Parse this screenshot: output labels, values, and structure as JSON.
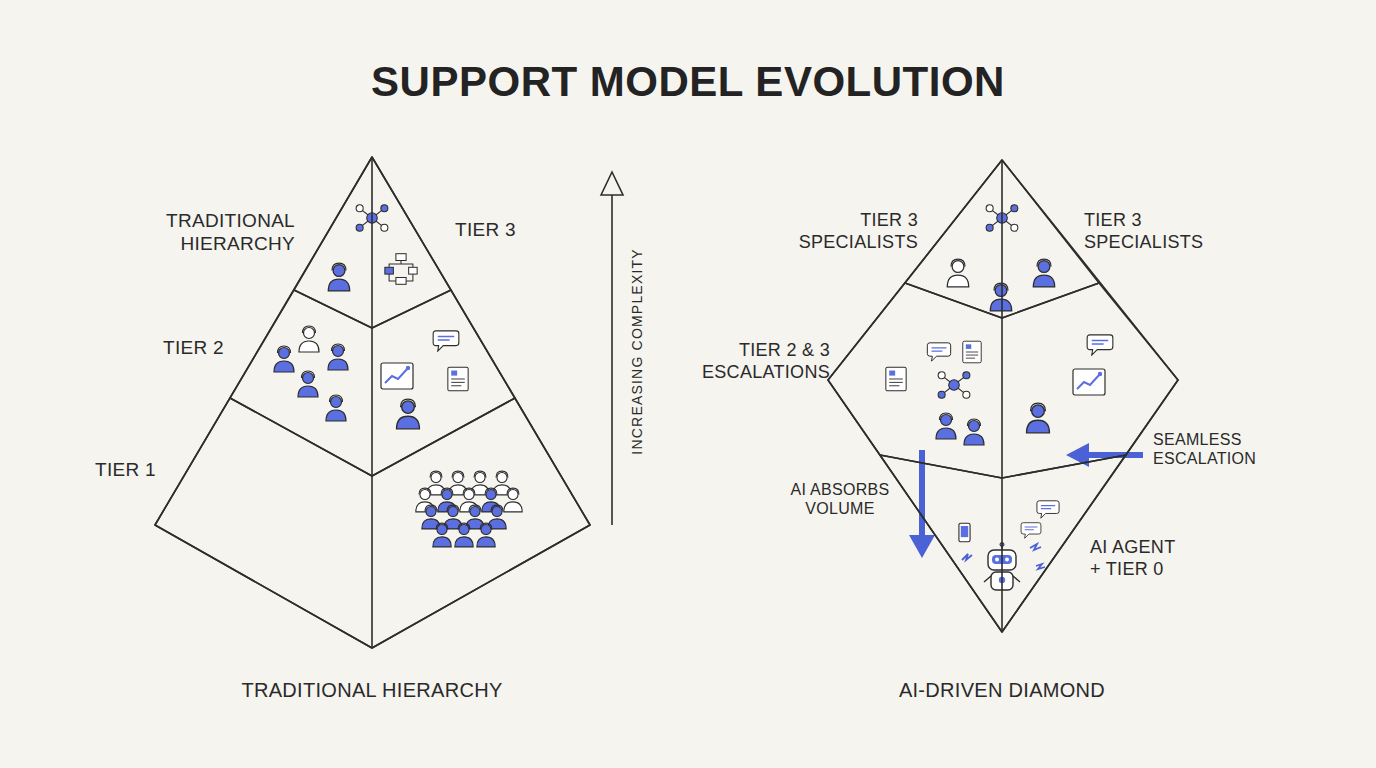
{
  "diagram": {
    "title": "SUPPORT MODEL EVOLUTION",
    "nodes": [
      {
        "text": [
          "TRADITIONAL HIERARCHY"
        ]
      },
      {
        "text": [
          "TIER 3"
        ],
        "in": 0
      },
      {
        "text": [
          "TIER 2"
        ],
        "in": 0
      },
      {
        "text": [
          "TIER 1"
        ],
        "in": 0
      },
      {
        "text": [
          "AI-DRIVEN DIAMOND"
        ]
      },
      {
        "text": [
          "TIER 3 SPECIALISTS",
          "TIER 3 SPECIALISTS"
        ],
        "in": 4
      },
      {
        "text": [
          "TIER 2 & 3 ESCALATIONS"
        ],
        "in": 4
      },
      {
        "text": [
          "AI AGENT + TIER 0"
        ],
        "in": 4
      }
    ],
    "labels": [
      "TRADITIONAL HIERARCHY",
      "INCREASING COMPLEXITY",
      "SEAMLESS ESCALATION",
      "AI ABSORBS VOLUME"
    ]
  }
}
